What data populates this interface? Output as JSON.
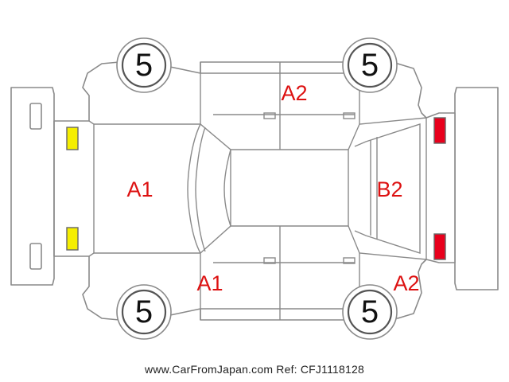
{
  "diagram": {
    "colors": {
      "grade_text": "#dd1111",
      "amber_lamp": "#f5ee00",
      "red_lamp": "#e8001c",
      "outline": "#8a8a8a"
    },
    "wheels": {
      "front_top": "5",
      "rear_top": "5",
      "front_bottom": "5",
      "rear_bottom": "5"
    },
    "grades": {
      "hood": "A1",
      "roof_top_doors": "A2",
      "rear_window": "B2",
      "bottom_front": "A1",
      "bottom_rear": "A2"
    },
    "lamps": {
      "front": "amber",
      "rear": "red"
    }
  },
  "footer": {
    "site": "www.CarFromJapan.com",
    "ref": "Ref: CFJ1118128"
  }
}
